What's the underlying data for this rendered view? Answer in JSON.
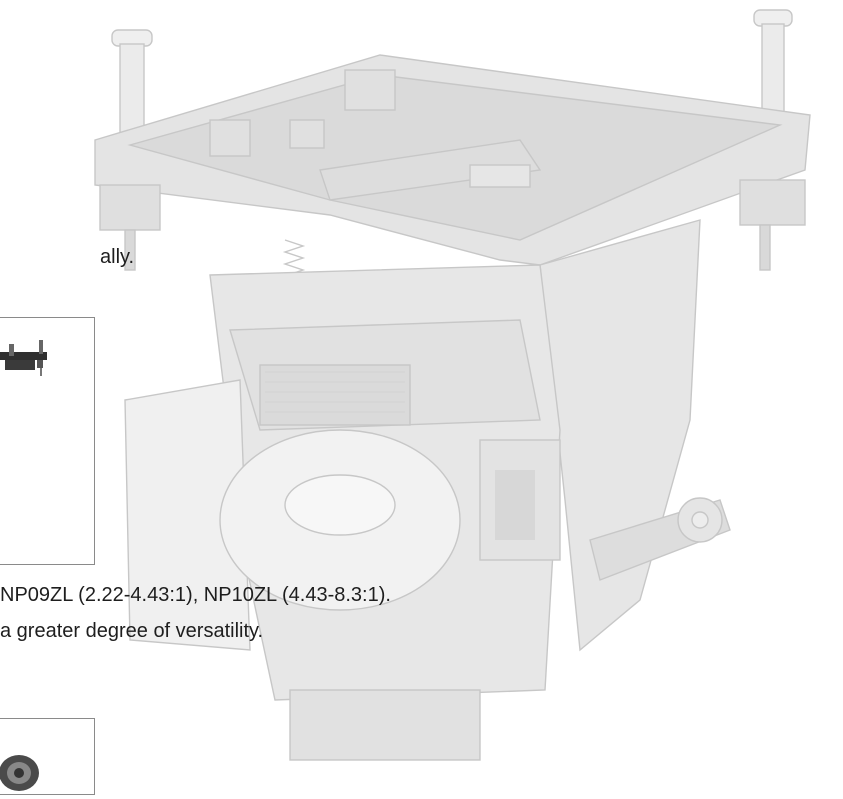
{
  "text_fragments": {
    "line1": "ally.",
    "line2": "NP09ZL (2.22-4.43:1), NP10ZL (4.43-8.3:1).",
    "line3": "a greater degree of versatility."
  },
  "background_image": {
    "subject": "projector lamp module",
    "icon": "lamp-module-illustration"
  },
  "thumbnails": [
    {
      "icon": "lamp-assembly-thumbnail"
    },
    {
      "icon": "lens-thumbnail"
    }
  ]
}
